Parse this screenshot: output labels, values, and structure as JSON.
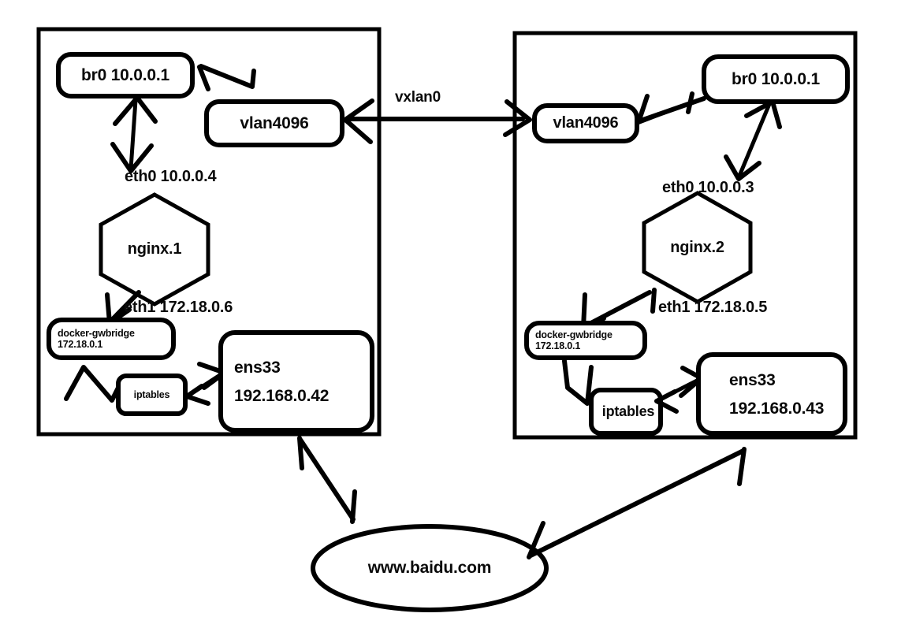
{
  "diagram": {
    "title": "Docker overlay network (vxlan) topology",
    "stroke_color": "#000000",
    "background_color": "#ffffff",
    "text_color": "#0a0a0a"
  },
  "center_link": {
    "label": "vxlan0"
  },
  "internet": {
    "label": "www.baidu.com"
  },
  "hosts": [
    {
      "id": "host-left",
      "bridge": {
        "label": "br0 10.0.0.1"
      },
      "vlan": {
        "label": "vlan4096"
      },
      "eth0": {
        "label": "eth0 10.0.0.4"
      },
      "container": {
        "label": "nginx.1"
      },
      "eth1": {
        "label": "eth1 172.18.0.6"
      },
      "gwbridge": {
        "line1": "docker-gwbridge",
        "line2": "172.18.0.1"
      },
      "iptables": {
        "label": "iptables"
      },
      "nic": {
        "line1": "ens33",
        "line2": "192.168.0.42"
      }
    },
    {
      "id": "host-right",
      "bridge": {
        "label": "br0 10.0.0.1"
      },
      "vlan": {
        "label": "vlan4096"
      },
      "eth0": {
        "label": "eth0 10.0.0.3"
      },
      "container": {
        "label": "nginx.2"
      },
      "eth1": {
        "label": "eth1 172.18.0.5"
      },
      "gwbridge": {
        "line1": "docker-gwbridge",
        "line2": "172.18.0.1"
      },
      "iptables": {
        "label": "iptables"
      },
      "nic": {
        "line1": "ens33",
        "line2": "192.168.0.43"
      }
    }
  ]
}
